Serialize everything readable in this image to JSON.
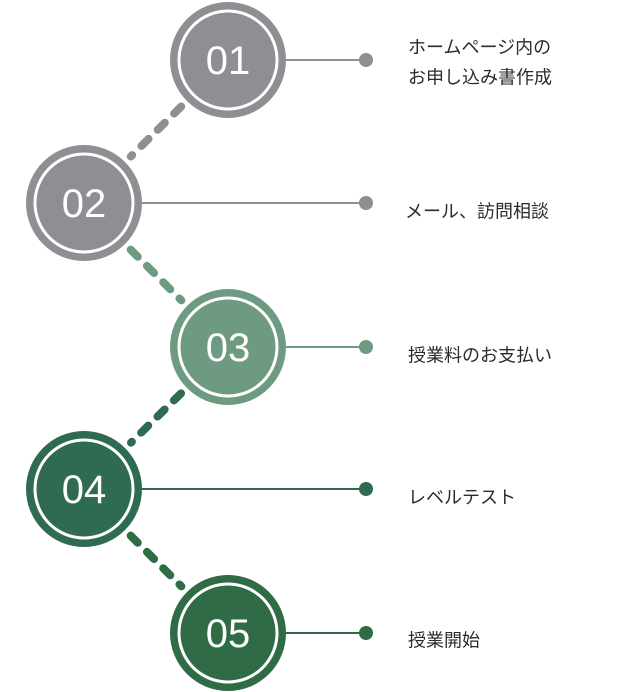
{
  "steps": [
    {
      "number": "01",
      "lines": [
        "ホームページ内の",
        "お申し込み書作成"
      ],
      "color": "#8e8e93"
    },
    {
      "number": "02",
      "lines": [
        "メール、訪問相談"
      ],
      "color": "#8e8e93"
    },
    {
      "number": "03",
      "lines": [
        "授業料のお支払い"
      ],
      "color": "#6f9a82"
    },
    {
      "number": "04",
      "lines": [
        "レベルテスト"
      ],
      "color": "#2f6b50"
    },
    {
      "number": "05",
      "lines": [
        "授業開始"
      ],
      "color": "#2f6b45"
    }
  ]
}
